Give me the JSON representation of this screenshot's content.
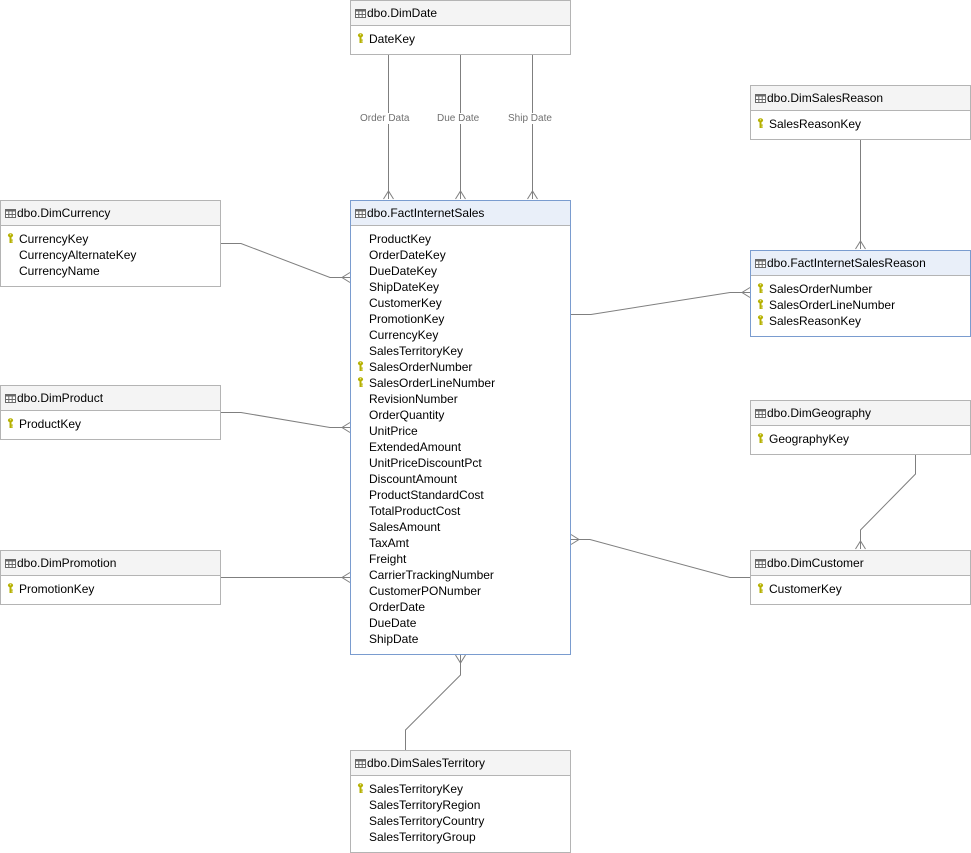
{
  "diagram": {
    "type": "database-schema",
    "tables": {
      "dimDate": {
        "name": "dbo.DimDate",
        "columns": [
          {
            "name": "DateKey",
            "pk": true
          }
        ]
      },
      "dimSalesReason": {
        "name": "dbo.DimSalesReason",
        "columns": [
          {
            "name": "SalesReasonKey",
            "pk": true
          }
        ]
      },
      "dimCurrency": {
        "name": "dbo.DimCurrency",
        "columns": [
          {
            "name": "CurrencyKey",
            "pk": true
          },
          {
            "name": "CurrencyAlternateKey",
            "pk": false
          },
          {
            "name": "CurrencyName",
            "pk": false
          }
        ]
      },
      "factInternetSales": {
        "name": "dbo.FactInternetSales",
        "selected": true,
        "columns": [
          {
            "name": "ProductKey",
            "pk": false
          },
          {
            "name": "OrderDateKey",
            "pk": false
          },
          {
            "name": "DueDateKey",
            "pk": false
          },
          {
            "name": "ShipDateKey",
            "pk": false
          },
          {
            "name": "CustomerKey",
            "pk": false
          },
          {
            "name": "PromotionKey",
            "pk": false
          },
          {
            "name": "CurrencyKey",
            "pk": false
          },
          {
            "name": "SalesTerritoryKey",
            "pk": false
          },
          {
            "name": "SalesOrderNumber",
            "pk": true
          },
          {
            "name": "SalesOrderLineNumber",
            "pk": true
          },
          {
            "name": "RevisionNumber",
            "pk": false
          },
          {
            "name": "OrderQuantity",
            "pk": false
          },
          {
            "name": "UnitPrice",
            "pk": false
          },
          {
            "name": "ExtendedAmount",
            "pk": false
          },
          {
            "name": "UnitPriceDiscountPct",
            "pk": false
          },
          {
            "name": "DiscountAmount",
            "pk": false
          },
          {
            "name": "ProductStandardCost",
            "pk": false
          },
          {
            "name": "TotalProductCost",
            "pk": false
          },
          {
            "name": "SalesAmount",
            "pk": false
          },
          {
            "name": "TaxAmt",
            "pk": false
          },
          {
            "name": "Freight",
            "pk": false
          },
          {
            "name": "CarrierTrackingNumber",
            "pk": false
          },
          {
            "name": "CustomerPONumber",
            "pk": false
          },
          {
            "name": "OrderDate",
            "pk": false
          },
          {
            "name": "DueDate",
            "pk": false
          },
          {
            "name": "ShipDate",
            "pk": false
          }
        ]
      },
      "factInternetSalesReason": {
        "name": "dbo.FactInternetSalesReason",
        "selected": true,
        "columns": [
          {
            "name": "SalesOrderNumber",
            "pk": true
          },
          {
            "name": "SalesOrderLineNumber",
            "pk": true
          },
          {
            "name": "SalesReasonKey",
            "pk": true
          }
        ]
      },
      "dimProduct": {
        "name": "dbo.DimProduct",
        "columns": [
          {
            "name": "ProductKey",
            "pk": true
          }
        ]
      },
      "dimGeography": {
        "name": "dbo.DimGeography",
        "columns": [
          {
            "name": "GeographyKey",
            "pk": true
          }
        ]
      },
      "dimPromotion": {
        "name": "dbo.DimPromotion",
        "columns": [
          {
            "name": "PromotionKey",
            "pk": true
          }
        ]
      },
      "dimCustomer": {
        "name": "dbo.DimCustomer",
        "columns": [
          {
            "name": "CustomerKey",
            "pk": true
          }
        ]
      },
      "dimSalesTerritory": {
        "name": "dbo.DimSalesTerritory",
        "columns": [
          {
            "name": "SalesTerritoryKey",
            "pk": true
          },
          {
            "name": "SalesTerritoryRegion",
            "pk": false
          },
          {
            "name": "SalesTerritoryCountry",
            "pk": false
          },
          {
            "name": "SalesTerritoryGroup",
            "pk": false
          }
        ]
      }
    },
    "relationships": [
      {
        "id": "order-date",
        "from": "dimDate",
        "to": "factInternetSales",
        "label": "Order Data"
      },
      {
        "id": "due-date",
        "from": "dimDate",
        "to": "factInternetSales",
        "label": "Due Date"
      },
      {
        "id": "ship-date",
        "from": "dimDate",
        "to": "factInternetSales",
        "label": "Ship Date"
      },
      {
        "id": "sales-reason",
        "from": "dimSalesReason",
        "to": "factInternetSalesReason",
        "label": ""
      },
      {
        "id": "currency",
        "from": "dimCurrency",
        "to": "factInternetSales",
        "label": ""
      },
      {
        "id": "fis-fisr",
        "from": "factInternetSales",
        "to": "factInternetSalesReason",
        "label": ""
      },
      {
        "id": "product",
        "from": "dimProduct",
        "to": "factInternetSales",
        "label": ""
      },
      {
        "id": "geography",
        "from": "dimGeography",
        "to": "dimCustomer",
        "label": ""
      },
      {
        "id": "promotion",
        "from": "dimPromotion",
        "to": "factInternetSales",
        "label": ""
      },
      {
        "id": "customer",
        "from": "dimCustomer",
        "to": "factInternetSales",
        "label": ""
      },
      {
        "id": "sales-territory",
        "from": "dimSalesTerritory",
        "to": "factInternetSales",
        "label": ""
      }
    ],
    "colors": {
      "line": "#7f7f7f",
      "tableBorder": "#b4b4b4",
      "selectedBorder": "#7a9ccf",
      "selectedHeader": "#e9eff9",
      "header": "#f4f4f4",
      "keyIcon": "#b5b000",
      "relLabel": "#707070"
    }
  }
}
